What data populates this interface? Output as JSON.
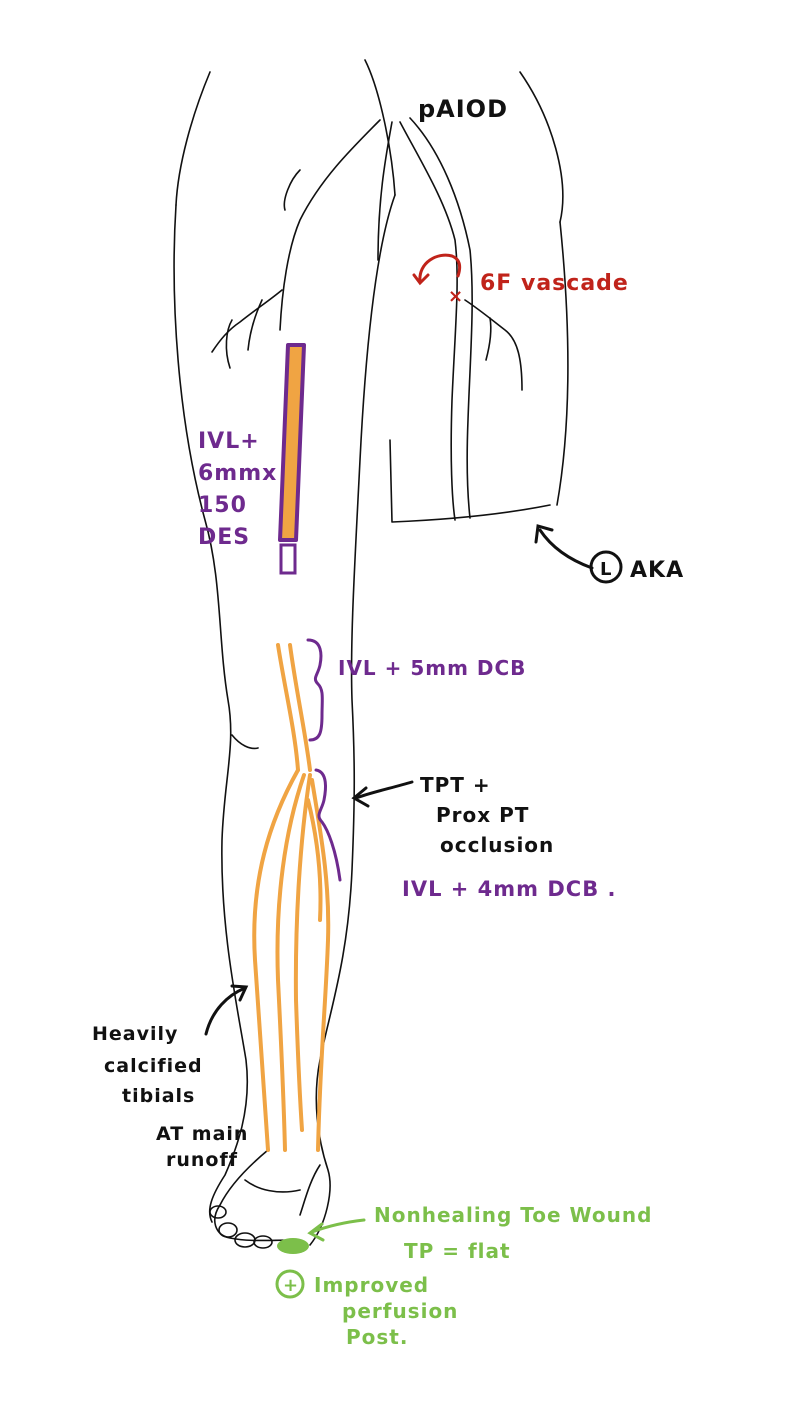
{
  "colors": {
    "outline": "#111111",
    "red": "#c0231a",
    "purple": "#6e2a8e",
    "orange": "#f0a443",
    "green": "#7cbf4a"
  },
  "labels": {
    "top": "pAIOD",
    "access": "6F vascade",
    "amputation_circle": "L",
    "amputation": "AKA",
    "stent": [
      "IVL+",
      "6mmx",
      "150",
      "DES"
    ],
    "popliteal_treatment": "IVL + 5mm DCB",
    "occlusion": [
      "TPT +",
      "Prox PT",
      "occlusion"
    ],
    "tibial_treatment": "IVL + 4mm DCB .",
    "calcified": [
      "Heavily",
      "calcified",
      "tibials"
    ],
    "runoff": [
      "AT main",
      "runoff"
    ],
    "wound": [
      "Nonhealing Toe Wound",
      "TP = flat"
    ],
    "perfusion_symbol": "+",
    "perfusion": [
      "Improved",
      "perfusion",
      "Post."
    ]
  }
}
